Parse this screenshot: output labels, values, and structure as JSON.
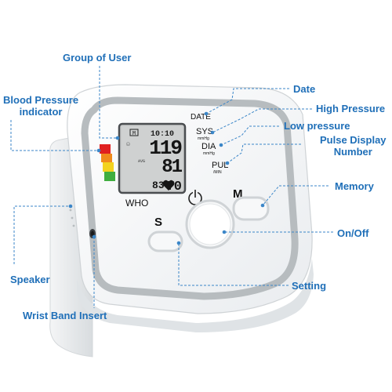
{
  "labels": {
    "group_of_user": "Group of User",
    "date": "Date",
    "blood_pressure_indicator": [
      "Blood Pressure",
      "indicator"
    ],
    "high_pressure": "High Pressure",
    "low_pressure": "Low pressure",
    "pulse_display_number": [
      "Pulse Display",
      "Number"
    ],
    "memory": "Memory",
    "on_off": "On/Off",
    "speaker": "Speaker",
    "setting": "Setting",
    "wrist_band_insert": "Wrist Band Insert"
  },
  "device": {
    "date_label": "DATE",
    "sys_label": "SYS",
    "sys_unit": "mmHg",
    "dia_label": "DIA",
    "dia_unit": "mmHg",
    "pul_label": "PUL",
    "pul_unit": "/MIN",
    "who_label": "WHO",
    "s_button": "S",
    "m_button": "M",
    "power_icon": "power-icon"
  },
  "display": {
    "memory_tag": "M",
    "time": "10:10",
    "sys_value": "119",
    "dia_value": "81",
    "pulse_value": "70",
    "memory_number": "83",
    "avg_label": "AVG"
  },
  "colors": {
    "label_blue": "#1f6fb8",
    "leader_line": "#3b86c8",
    "indicator_red": "#e02020",
    "indicator_orange": "#f08a1c",
    "indicator_yellow": "#f3d21e",
    "indicator_green": "#3fae3f",
    "lcd_background": "#c9cbcb"
  }
}
